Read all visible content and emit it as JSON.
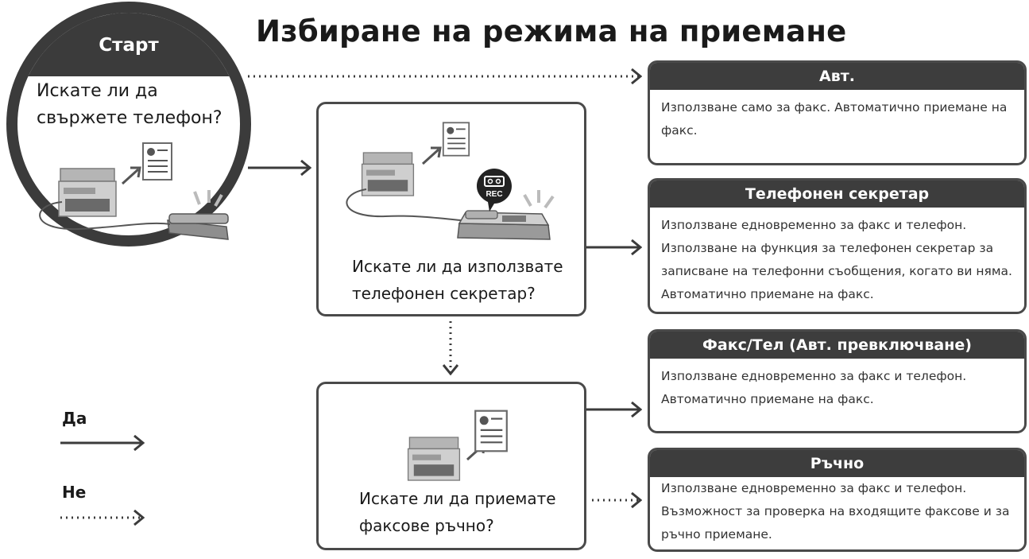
{
  "title": "Избиране на режима на приемане",
  "start": {
    "label": "Старт",
    "question": "Искате ли да свържете телефон?"
  },
  "decisions": [
    {
      "question": "Искате ли да използвате телефонен секретар?"
    },
    {
      "question": "Искате ли да приемате факсове ръчно?"
    }
  ],
  "modes": [
    {
      "title": "Авт.",
      "description": "Използване само за факс. Автоматично приемане на факс."
    },
    {
      "title": "Телефонен секретар",
      "description": "Използване едновременно за факс и телефон. Използване на функция за телефонен секретар за записване на телефонни съобщения, когато ви няма. Автоматично приемане на факс."
    },
    {
      "title": "Факс/Тел (Авт. превключване)",
      "description": "Използване едновременно за факс и телефон. Автоматично приемане на факс."
    },
    {
      "title": "Ръчно",
      "description": "Използване едновременно за факс и телефон. Възможност за проверка на входящите факсове и за ръчно приемане."
    }
  ],
  "legend": {
    "yes": "Да",
    "no": "Не"
  },
  "icons": {
    "printer": "printer-icon",
    "document": "document-icon",
    "phone": "telephone-icon",
    "answering_machine": "answering-machine-icon",
    "rec_badge": "REC"
  },
  "colors": {
    "dark": "#3b3b3b",
    "box_border": "#4a4a4a",
    "text": "#1a1a1a"
  }
}
